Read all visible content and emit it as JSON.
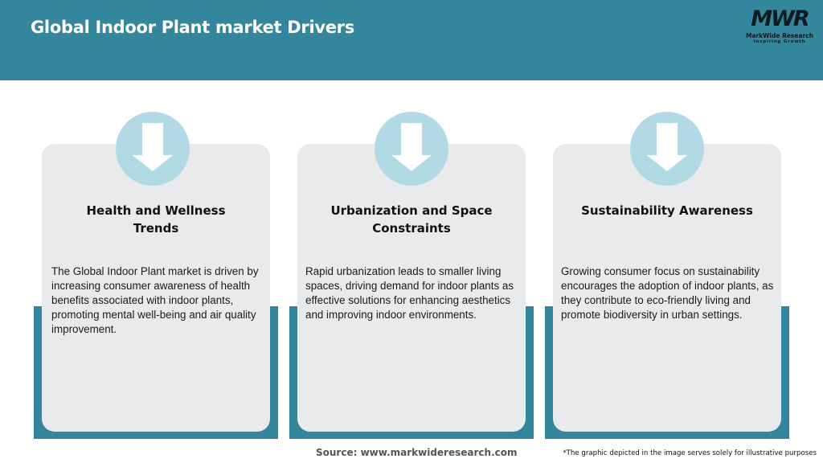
{
  "header": {
    "title": "Global Indoor Plant market Drivers",
    "background_color": "#34869d"
  },
  "logo": {
    "mark": "MWR",
    "name": "MarkWide Research",
    "tagline": "Inspiring Growth"
  },
  "cards": [
    {
      "icon": "arrow-down-icon",
      "title": "Health and Wellness Trends",
      "text": "The Global Indoor Plant market is driven by increasing consumer awareness of health benefits associated with indoor plants, promoting mental well-being and air quality improvement."
    },
    {
      "icon": "arrow-down-icon",
      "title": "Urbanization and Space Constraints",
      "text": "Rapid urbanization leads to smaller living spaces, driving demand for indoor plants as effective solutions for enhancing aesthetics and improving indoor environments."
    },
    {
      "icon": "arrow-down-icon",
      "title": "Sustainability Awareness",
      "text": "Growing consumer focus on sustainability encourages the adoption of indoor plants, as they contribute to eco-friendly living and promote biodiversity in urban settings."
    }
  ],
  "footer": {
    "source": "Source: www.markwideresearch.com",
    "disclaimer": "*The graphic depicted in the image serves solely for illustrative purposes"
  },
  "colors": {
    "accent_teal": "#34869d",
    "card_bg": "#e8eaec",
    "icon_circle": "#b2dae5"
  }
}
